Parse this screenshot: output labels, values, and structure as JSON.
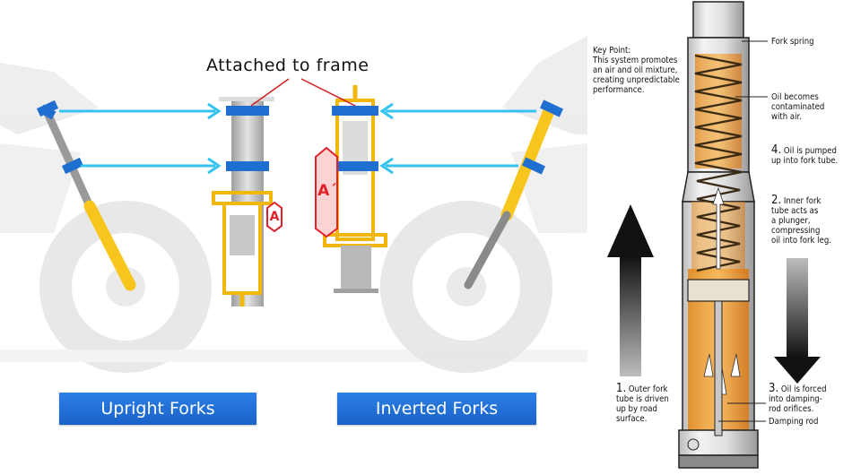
{
  "left_panel": {
    "attached_label": "Attached to frame",
    "upright_label": "Upright Forks",
    "inverted_label": "Inverted Forks",
    "marker_a": "A",
    "marker_a_prime": "A´"
  },
  "right_panel": {
    "key_point": "Key Point:\nThis system promotes\nan air and oil mixture,\ncreating unpredictable\nperformance.",
    "fork_spring": "Fork spring",
    "oil_contaminated": "Oil becomes\ncontaminated\nwith air.",
    "step4_num": "4.",
    "step4_text": "Oil is pumped\nup into fork tube.",
    "step2_num": "2.",
    "step2_text": "Inner fork\ntube acts as\na plunger,\ncompressing\noil into fork leg.",
    "step1_num": "1.",
    "step1_text": "Outer fork\ntube is driven\nup by road\nsurface.",
    "step3_num": "3.",
    "step3_text": "Oil is forced\ninto damping-\nrod orifices.",
    "damping_rod": "Damping rod"
  },
  "colors": {
    "fork_blue": "#1f6fd1",
    "arrow_cyan": "#35c3f0",
    "fork_yellow": "#f7c51c",
    "oil_orange": "#f0a030",
    "button_blue": "#1e6fd9",
    "leader_red": "#d32020"
  }
}
